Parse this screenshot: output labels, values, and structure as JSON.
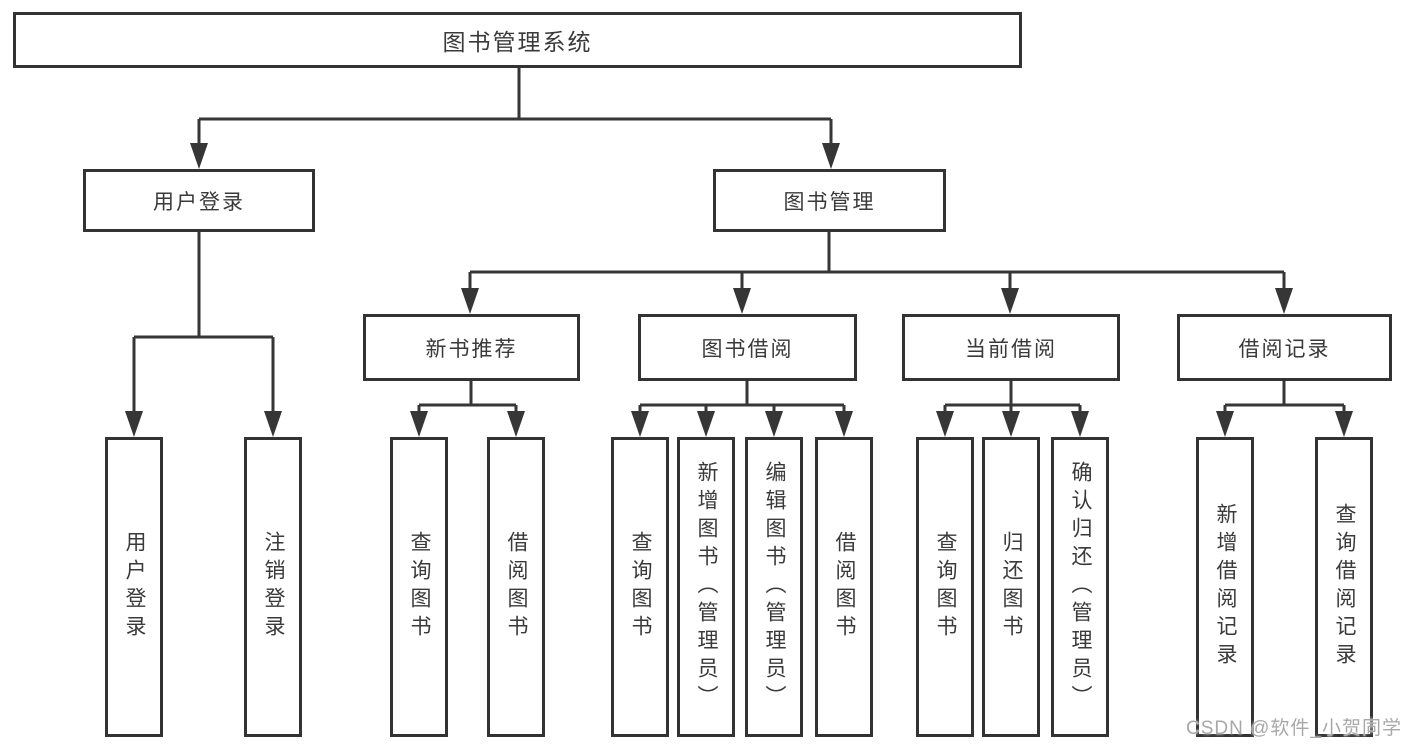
{
  "diagram": {
    "tree": {
      "root": "图书管理系统",
      "children": [
        {
          "label": "用户登录",
          "children": [
            "用户登录",
            "注销登录"
          ]
        },
        {
          "label": "图书管理",
          "children": [
            {
              "label": "新书推荐",
              "children": [
                "查询图书",
                "借阅图书"
              ]
            },
            {
              "label": "图书借阅",
              "children": [
                "查询图书",
                "新增图书（管理员）",
                "编辑图书（管理员）",
                "借阅图书"
              ]
            },
            {
              "label": "当前借阅",
              "children": [
                "查询图书",
                "归还图书",
                "确认归还（管理员）"
              ]
            },
            {
              "label": "借阅记录",
              "children": [
                "新增借阅记录",
                "查询借阅记录"
              ]
            }
          ]
        }
      ]
    },
    "watermark": "CSDN @软件_小贺同学",
    "colors": {
      "line": "#363636",
      "box_border": "#333333",
      "text": "#3a3a3a",
      "watermark": "#a8a8a8",
      "background": "#ffffff"
    }
  }
}
